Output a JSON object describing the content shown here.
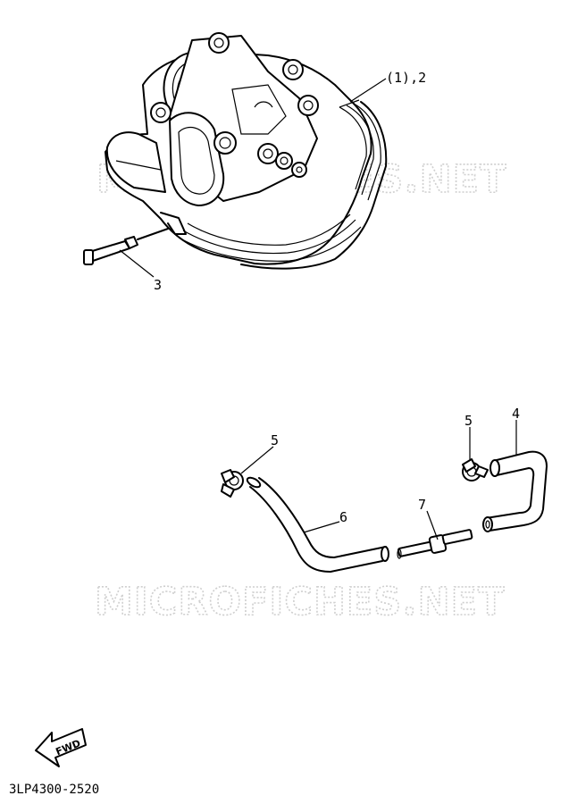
{
  "watermarks": [
    "MICROFICHES.NET",
    "MICROFICHES.NET"
  ],
  "callouts": {
    "head": "(1),2",
    "plug": "3",
    "hose_long": "4",
    "clamp_right": "5",
    "clamp_left": "5",
    "hose_short": "6",
    "joint": "7"
  },
  "fwd_label": "FWD",
  "diagram_code": "3LP4300-2520"
}
